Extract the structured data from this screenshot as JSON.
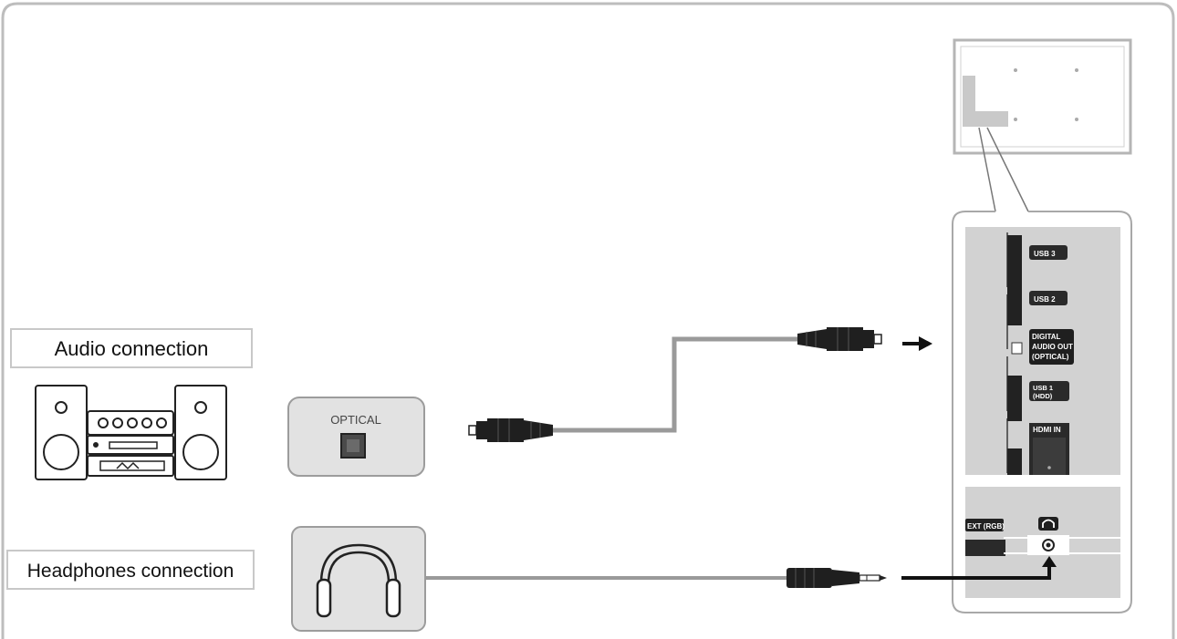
{
  "labels": {
    "audio_connection": "Audio connection",
    "headphones_connection": "Headphones connection",
    "optical": "OPTICAL"
  },
  "tv_panel": {
    "usb3": "USB 3",
    "usb2": "USB 2",
    "digital_audio_out": [
      "DIGITAL",
      "AUDIO OUT",
      "(OPTICAL)"
    ],
    "usb1": [
      "USB 1",
      "(HDD)"
    ],
    "hdmi_in": "HDMI IN",
    "ext_rgb": "EXT (RGB)"
  },
  "colors": {
    "frame": "#bdbdbd",
    "panel": "#d3d3d3",
    "cable": "#9a9a9a",
    "plug_dark": "#1f1f1f",
    "label_box": "#c8c8c8",
    "device_box": "#e2e2e2"
  },
  "icons": {
    "hifi": "hifi-stereo-icon",
    "headphones": "headphones-icon",
    "optical_port": "optical-port-icon"
  }
}
